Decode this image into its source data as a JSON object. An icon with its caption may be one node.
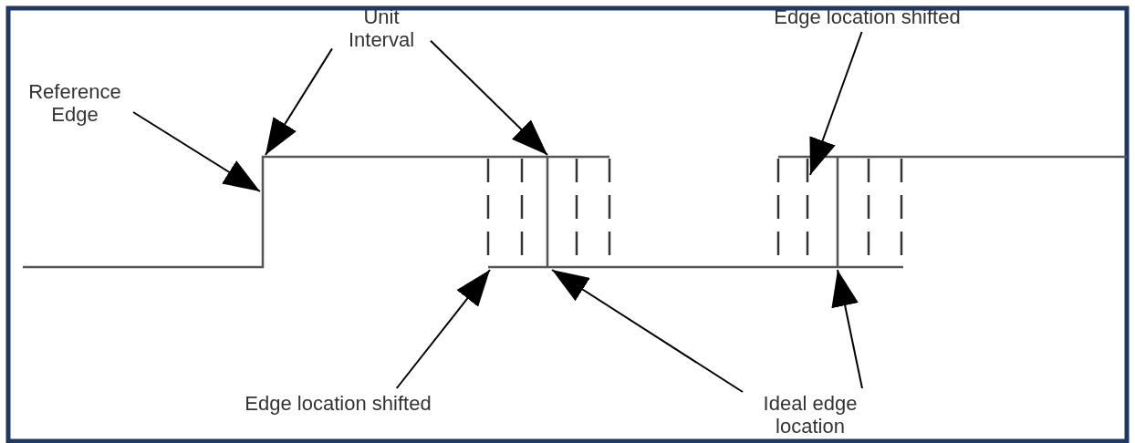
{
  "diagram": {
    "nodes": [
      {
        "text": [
          "Reference Edge"
        ]
      },
      {
        "text": [
          "Unit Interval"
        ]
      },
      {
        "text": [
          "Edge location shifted"
        ]
      },
      {
        "text": [
          "Edge location shifted"
        ]
      },
      {
        "text": [
          "Ideal edge location"
        ]
      }
    ],
    "edges": [
      {
        "from": 0,
        "to": null,
        "arrow": "to"
      },
      {
        "from": 1,
        "to": null,
        "arrow": "to"
      },
      {
        "from": 1,
        "to": null,
        "arrow": "to"
      },
      {
        "from": 2,
        "to": null,
        "arrow": "to"
      },
      {
        "from": 3,
        "to": null,
        "arrow": "to"
      },
      {
        "from": 4,
        "to": null,
        "arrow": "to"
      },
      {
        "from": 4,
        "to": null,
        "arrow": "to"
      }
    ]
  }
}
